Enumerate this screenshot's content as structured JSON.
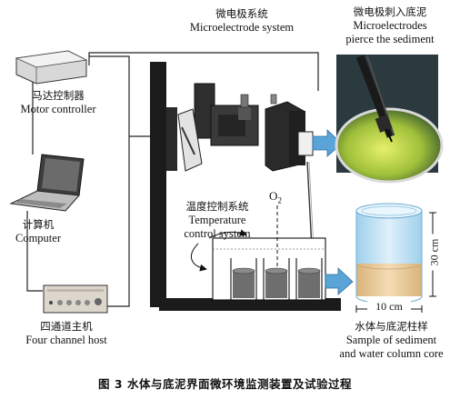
{
  "labels": {
    "microelectrode_system": {
      "cn": "微电极系统",
      "en": "Microelectrode system"
    },
    "pierce": {
      "cn": "微电极刺入底泥",
      "en1": "Microelectrodes",
      "en2": "pierce the sediment"
    },
    "motor_controller": {
      "cn": "马达控制器",
      "en": "Motor controller"
    },
    "computer": {
      "cn": "计算机",
      "en": "Computer"
    },
    "host": {
      "cn": "四通道主机",
      "en": "Four channel host"
    },
    "temperature": {
      "cn": "温度控制系统",
      "en1": "Temperature",
      "en2": "control system"
    },
    "o2": "O",
    "o2_sub": "2",
    "sample": {
      "cn": "水体与底泥柱样",
      "en1": "Sample of sediment",
      "en2": "and water column core"
    },
    "dim_width": "10 cm",
    "dim_height": "30 cm"
  },
  "caption": "图 3   水体与底泥界面微环境监测装置及试验过程",
  "colors": {
    "frame": "#1a1a1a",
    "water": "#bfe0f2",
    "sediment": "#e8c89a",
    "beaker_sediment": "#6e6e6e",
    "arrow": "#5aa4d8",
    "photo_bg": "#2b3a3f",
    "photo_fluid": "#a9c64a"
  }
}
